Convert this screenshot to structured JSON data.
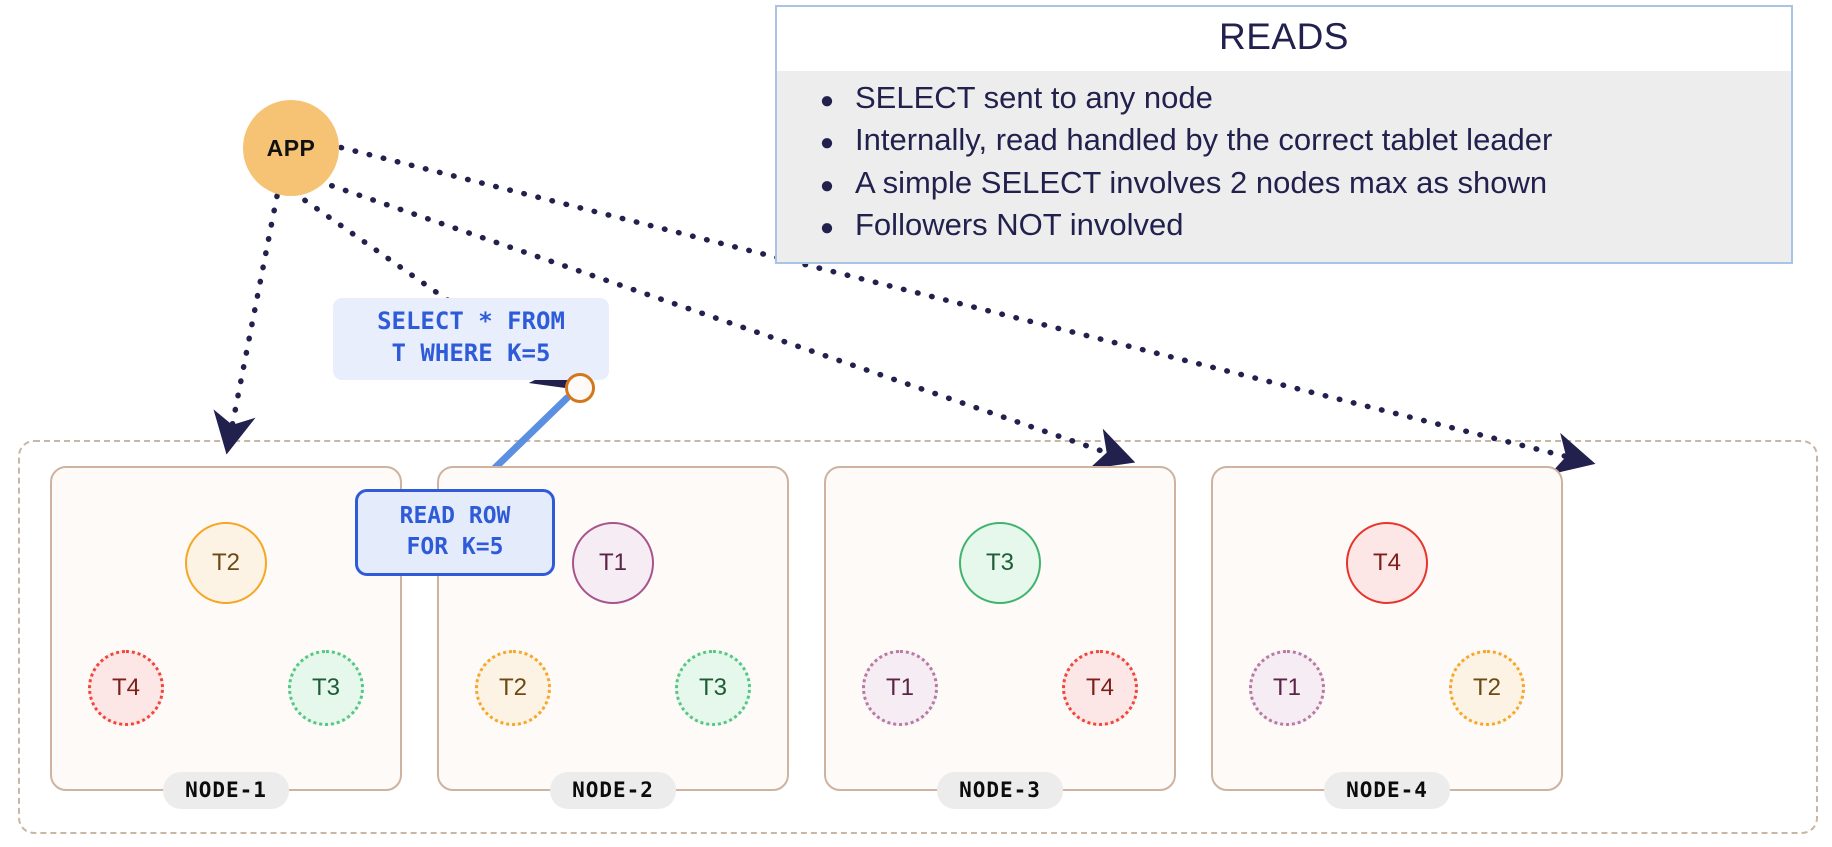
{
  "app": {
    "label": "APP"
  },
  "sql_callout": {
    "lines": [
      "SELECT * FROM",
      "T WHERE K=5"
    ]
  },
  "read_callout": {
    "lines": [
      "READ ROW",
      "FOR K=5"
    ]
  },
  "reads_panel": {
    "title": "READS",
    "bullet_glyph": "●",
    "bullets": [
      "SELECT sent to any node",
      "Internally, read handled by the correct tablet leader",
      "A simple SELECT involves 2 nodes max as shown",
      "Followers NOT involved"
    ]
  },
  "cluster": {
    "nodes": [
      {
        "name": "NODE-1",
        "leader": {
          "id": "T1",
          "label": "T2",
          "palette": "T2"
        },
        "follower_left": {
          "label": "T4",
          "palette": "T4"
        },
        "follower_right": {
          "label": "T3",
          "palette": "T3"
        }
      },
      {
        "name": "NODE-2",
        "leader": {
          "id": "T2",
          "label": "T1",
          "palette": "T1"
        },
        "follower_left": {
          "label": "T2",
          "palette": "T2"
        },
        "follower_right": {
          "label": "T3",
          "palette": "T3"
        }
      },
      {
        "name": "NODE-3",
        "leader": {
          "id": "T3",
          "label": "T3",
          "palette": "T3"
        },
        "follower_left": {
          "label": "T1",
          "palette": "T1"
        },
        "follower_right": {
          "label": "T4",
          "palette": "T4"
        }
      },
      {
        "name": "NODE-4",
        "leader": {
          "id": "T4",
          "label": "T4",
          "palette": "T4"
        },
        "follower_left": {
          "label": "T1",
          "palette": "T1"
        },
        "follower_right": {
          "label": "T2",
          "palette": "T2"
        }
      }
    ]
  },
  "colors": {
    "app_fill": "#f5c373",
    "dotted_edge": "#22214e",
    "read_edge": "#5b8fe0",
    "callout_text": "#2f5bd8",
    "node_border": "#cdb3a0",
    "cluster_border": "#c9b6a5",
    "panel_border": "#aac4e6",
    "panel_body": "#ededed",
    "leader_port": "#d4761c"
  },
  "edges": {
    "app_to_node1": "dotted",
    "app_to_node2": "dotted",
    "app_to_node3": "dotted",
    "app_to_node4": "dotted",
    "leader_port_to_t2": "solid"
  }
}
